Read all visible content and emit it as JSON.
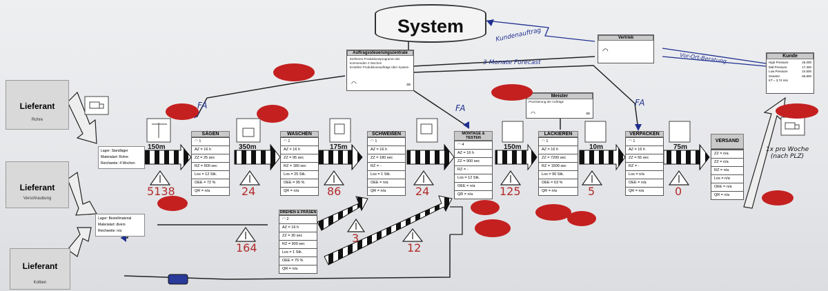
{
  "system": {
    "title": "System"
  },
  "notes": {
    "kundenauftrag": "Kundenauftrag",
    "forecast": "3 Monate Forecast",
    "vorort": "Vor-Ort-Beratung",
    "fa1": "FA",
    "fa2": "FA",
    "fa3": "FA",
    "delivery": "1x pro Woche (nach PLZ)"
  },
  "control": {
    "title": "Auftragssteuerungszentrale",
    "lines": [
      "Einfrieren Produktionsprogramm der kommenden 2 Wochen",
      "Erstellen Produktionsaufträge über System"
    ]
  },
  "sales": {
    "title": "Vertrieb"
  },
  "customer": {
    "title": "Kunde",
    "rows": [
      [
        "High Pressure",
        "25.000"
      ],
      [
        "Mid Pressure",
        "17.300"
      ],
      [
        "Low Pressure",
        "24.500"
      ],
      [
        "Gesamt",
        "66.800"
      ],
      [
        "KT = 3,74 min",
        ""
      ]
    ]
  },
  "master": {
    "title": "Meister",
    "line": "Priorisierung der Aufträge"
  },
  "suppliers": [
    {
      "title": "Lieferant",
      "sub": "Rohre"
    },
    {
      "title": "Lieferant",
      "sub": "Verschraubung"
    },
    {
      "title": "Lieferant",
      "sub": "Kolben"
    }
  ],
  "store1": [
    "Lager: Standlager",
    "Materialart: Rohre",
    "Reichweite: 4 Wochen"
  ],
  "store2": [
    "Lager: Bestellmaterial",
    "Materialart: divers",
    "Reichweite: n/a"
  ],
  "distances": [
    "150m",
    "350m",
    "175m",
    "150m",
    "10m",
    "75m"
  ],
  "inventories": [
    "5138",
    "24",
    "86",
    "24",
    "125",
    "5",
    "0",
    "164",
    "3",
    "12"
  ],
  "processes": [
    {
      "title": "SÄGEN",
      "op": "1",
      "rows": [
        "AZ = 16 h",
        "ZZ = 25 sec",
        "RZ = 600 sec",
        "Los = 12 Stk.",
        "OEE = 72 %",
        "QR = n/a"
      ]
    },
    {
      "title": "WASCHEN",
      "op": "1",
      "rows": [
        "AZ = 16 h",
        "ZZ = 95 sec",
        "RZ = 180 sec",
        "Los = 25 Stk.",
        "OEE = 95 %",
        "QR = n/a"
      ]
    },
    {
      "title": "SCHWEIßEN",
      "op": "1",
      "rows": [
        "AZ = 16 h",
        "ZZ = 180 sec",
        "RZ = -",
        "Los = 1 Stk.",
        "OEE = n/a",
        "QR = n/a"
      ]
    },
    {
      "title": "MONTAGE & TESTEN",
      "op": "4",
      "rows": [
        "AZ = 16 h",
        "ZZ = 900 sec",
        "RZ = -",
        "Los = 12 Stk.",
        "OEE = n/a",
        "QR = n/a"
      ]
    },
    {
      "title": "LACKIEREN",
      "op": "1",
      "rows": [
        "AZ = 16 h",
        "ZZ = 7200 sec",
        "RZ = 1500 sec",
        "Los = 90 Stk.",
        "OEE = 63 %",
        "QR = n/a"
      ]
    },
    {
      "title": "VERPACKEN",
      "op": "1",
      "rows": [
        "AZ = 16 h",
        "ZZ = 55 sec",
        "RZ = -",
        "Los = n/a",
        "OEE = n/a",
        "QR = n/a"
      ]
    },
    {
      "title": "VERSAND",
      "op": "",
      "rows": [
        "ZZ = n/a",
        "ZZ = n/a",
        "RZ = n/a",
        "Los = n/a",
        "OEE = n/a",
        "QR = n/a"
      ]
    },
    {
      "title": "DREHEN & FRÄSEN",
      "op": "2",
      "rows": [
        "AZ = 16 h",
        "ZZ = 30 sec",
        "RZ = 900 sec",
        "Los = 1 Stk.",
        "OEE = 75 %",
        "QR = n/a"
      ]
    }
  ],
  "colors": {
    "pen": "#1e2f8f",
    "inventory": "#b02a2a",
    "burst": "#c42020"
  }
}
